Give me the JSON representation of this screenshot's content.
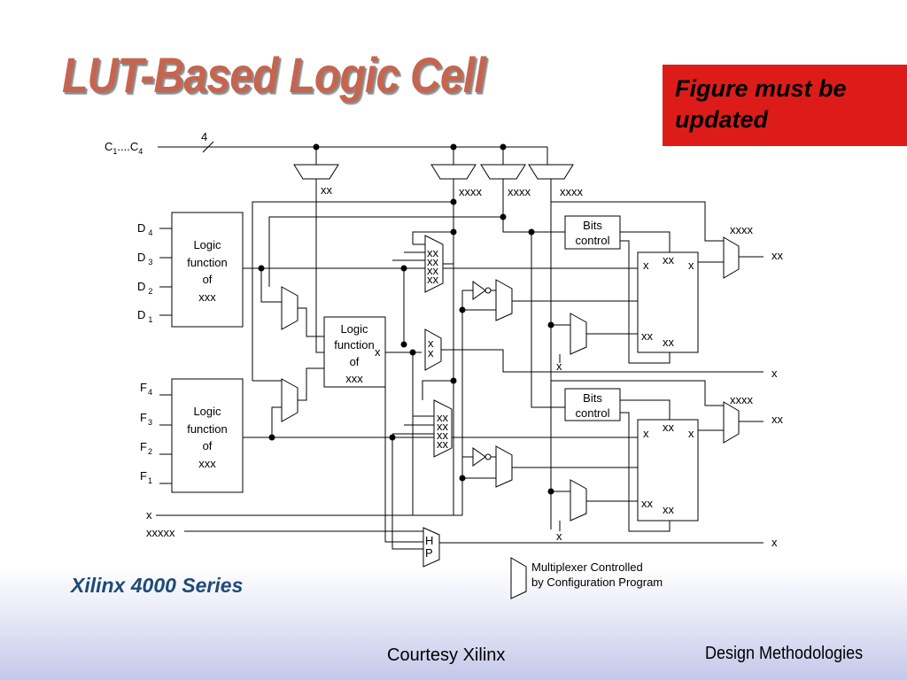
{
  "slide": {
    "title": "LUT-Based Logic Cell",
    "note": "Figure must be updated",
    "series": "Xilinx 4000 Series",
    "courtesy": "Courtesy Xilinx",
    "footer": "Design Methodologies"
  },
  "diagram": {
    "c_bus": {
      "main": "C",
      "sub_start": "1",
      "dots": "....C",
      "sub_end": "4",
      "width": "4"
    },
    "d_inputs": [
      {
        "name": "D",
        "index": "4"
      },
      {
        "name": "D",
        "index": "3"
      },
      {
        "name": "D",
        "index": "2"
      },
      {
        "name": "D",
        "index": "1"
      }
    ],
    "f_inputs": [
      {
        "name": "F",
        "index": "4"
      },
      {
        "name": "F",
        "index": "3"
      },
      {
        "name": "F",
        "index": "2"
      },
      {
        "name": "F",
        "index": "1"
      }
    ],
    "logic_function_lines": [
      "Logic",
      "function",
      "of",
      "xxx"
    ],
    "bits_control_lines": [
      "Bits",
      "control"
    ],
    "top_mux_labels": [
      "xx",
      "xxxx",
      "xxxx",
      "xxxx"
    ],
    "upper_mux_labels": [
      "xx",
      "xx",
      "xx",
      "xx"
    ],
    "mid_mux_labels": [
      "x",
      "x"
    ],
    "lower_mux_labels": [
      "xx",
      "xx",
      "xx",
      "xx"
    ],
    "hp_mux_labels": [
      "H",
      "P"
    ],
    "center_lut_input_label": "x",
    "upper_ff": {
      "top": "xx",
      "left": "x",
      "right": "x",
      "bottom_left": "xx",
      "bottom_right": "xx"
    },
    "lower_ff": {
      "top": "xx",
      "left": "x",
      "right": "x",
      "bottom_left": "xx",
      "bottom_right": "xx"
    },
    "upper_out_mux_in": "xxxx",
    "upper_out": "xx",
    "lower_out_mux_in": "xxxx",
    "lower_out": "xx",
    "upper_mid_mux_out": "x",
    "upper_direct_out": "x",
    "lower_mid_mux_out": "x",
    "lower_direct_out": "x",
    "bottom_left_x": "x",
    "bottom_left_xxxxx": "xxxxx",
    "legend": [
      "Multiplexer Controlled",
      "by Configuration Program"
    ]
  }
}
